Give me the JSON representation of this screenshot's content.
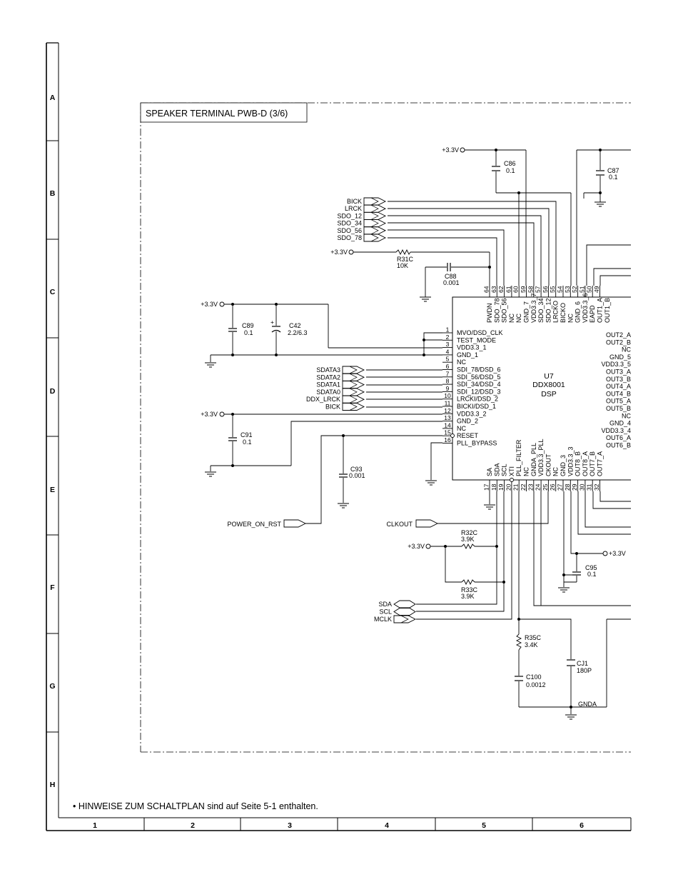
{
  "title": "SPEAKER TERMINAL PWB-D (3/6)",
  "footnote": "• HINWEISE ZUM SCHALTPLAN sind auf Seite 5-1 enthalten.",
  "grid": {
    "rows": [
      "A",
      "B",
      "C",
      "D",
      "E",
      "F",
      "G",
      "H"
    ],
    "cols": [
      "1",
      "2",
      "3",
      "4",
      "5",
      "6"
    ]
  },
  "chip": {
    "ref": "U7",
    "part": "DDX8001",
    "kind": "DSP",
    "left_pins": [
      {
        "num": "1",
        "name": "MVO/DSD_CLK"
      },
      {
        "num": "2",
        "name": "TEST_MODE"
      },
      {
        "num": "3",
        "name": "VDD3.3_1"
      },
      {
        "num": "4",
        "name": "GND_1"
      },
      {
        "num": "5",
        "name": "NC"
      },
      {
        "num": "6",
        "name": "SDI_78/DSD_6"
      },
      {
        "num": "7",
        "name": "SDI_56/DSD_5"
      },
      {
        "num": "8",
        "name": "SDI_34/DSD_4"
      },
      {
        "num": "9",
        "name": "SDI_12/DSD_3"
      },
      {
        "num": "10",
        "name": "LRCKI/DSD_2"
      },
      {
        "num": "11",
        "name": "BICKI/DSD_1"
      },
      {
        "num": "12",
        "name": "VDD3.3_2"
      },
      {
        "num": "13",
        "name": "GND_2"
      },
      {
        "num": "14",
        "name": "NC"
      },
      {
        "num": "15",
        "name": "RESET"
      },
      {
        "num": "16",
        "name": "PLL_BYPASS"
      }
    ],
    "top_pins": [
      {
        "num": "64",
        "name": "PWDN"
      },
      {
        "num": "63",
        "name": "SDO_78"
      },
      {
        "num": "62",
        "name": "SDO_56"
      },
      {
        "num": "61",
        "name": "NC"
      },
      {
        "num": "60",
        "name": "NC"
      },
      {
        "num": "59",
        "name": "GND_7"
      },
      {
        "num": "58",
        "name": "VDD3.3_7"
      },
      {
        "num": "57",
        "name": "SDO_34"
      },
      {
        "num": "56",
        "name": "SDO_12"
      },
      {
        "num": "55",
        "name": "LRCKO"
      },
      {
        "num": "54",
        "name": "BICKO"
      },
      {
        "num": "53",
        "name": "NC"
      },
      {
        "num": "52",
        "name": "GND_6"
      },
      {
        "num": "51",
        "name": "VDD3.3_6"
      },
      {
        "num": "50",
        "name": "EAPD"
      },
      {
        "num": "49",
        "name": "OUT1_A"
      },
      {
        "num": "",
        "name": "OUT1_B"
      }
    ],
    "bottom_pins": [
      {
        "num": "17",
        "name": "SA"
      },
      {
        "num": "18",
        "name": "SDA"
      },
      {
        "num": "19",
        "name": "SCL"
      },
      {
        "num": "20",
        "name": "XTI"
      },
      {
        "num": "21",
        "name": "PLL_FILTER"
      },
      {
        "num": "22",
        "name": "NC"
      },
      {
        "num": "23",
        "name": "GNDA_PLL"
      },
      {
        "num": "24",
        "name": "VDD3.3_PLL"
      },
      {
        "num": "25",
        "name": "CKOUT"
      },
      {
        "num": "26",
        "name": "NC"
      },
      {
        "num": "27",
        "name": "GND_3"
      },
      {
        "num": "28",
        "name": "VDD3.3_3"
      },
      {
        "num": "29",
        "name": "OUT8_B"
      },
      {
        "num": "30",
        "name": "OUT8_A"
      },
      {
        "num": "31",
        "name": "OUT7_B"
      },
      {
        "num": "32",
        "name": "OUT7_A"
      }
    ],
    "right_pins": [
      "OUT2_A",
      "OUT2_B",
      "NC",
      "GND_5",
      "VDD3.3_5",
      "OUT3_A",
      "OUT3_B",
      "OUT4_A",
      "OUT4_B",
      "OUT5_A",
      "OUT5_B",
      "NC",
      "GND_4",
      "VDD3.3_4",
      "OUT6_A",
      "OUT6_B"
    ]
  },
  "components": {
    "c86": {
      "ref": "C86",
      "val": "0.1"
    },
    "c87": {
      "ref": "C87",
      "val": "0.1"
    },
    "c88": {
      "ref": "C88",
      "val": "0.001"
    },
    "c89": {
      "ref": "C89",
      "val": "0.1"
    },
    "c42": {
      "ref": "C42",
      "val": "2.2/6.3",
      "plus": "+"
    },
    "c91": {
      "ref": "C91",
      "val": "0.1"
    },
    "c93": {
      "ref": "C93",
      "val": "0.001"
    },
    "c95": {
      "ref": "C95",
      "val": "0.1"
    },
    "c100": {
      "ref": "C100",
      "val": "0.0012"
    },
    "cj1": {
      "ref": "CJ1",
      "val": "180P"
    },
    "r31c": {
      "ref": "R31C",
      "val": "10K"
    },
    "r32c": {
      "ref": "R32C",
      "val": "3.9K"
    },
    "r33c": {
      "ref": "R33C",
      "val": "3.9K"
    },
    "r35c": {
      "ref": "R35C",
      "val": "3.4K"
    }
  },
  "power": {
    "v33": "+3.3V",
    "gnda": "GNDA"
  },
  "connectors": {
    "top_group": [
      "BICK",
      "LRCK",
      "SDO_12",
      "SDO_34",
      "SDO_56",
      "SDO_78"
    ],
    "sdata_group": [
      "SDATA3",
      "SDATA2",
      "SDATA1",
      "SDATA0",
      "DDX_LRCK",
      "BICK"
    ],
    "bus_group": [
      "SDA",
      "SCL",
      "MCLK"
    ],
    "power_on_rst": "POWER_ON_RST",
    "clkout": "CLKOUT"
  }
}
